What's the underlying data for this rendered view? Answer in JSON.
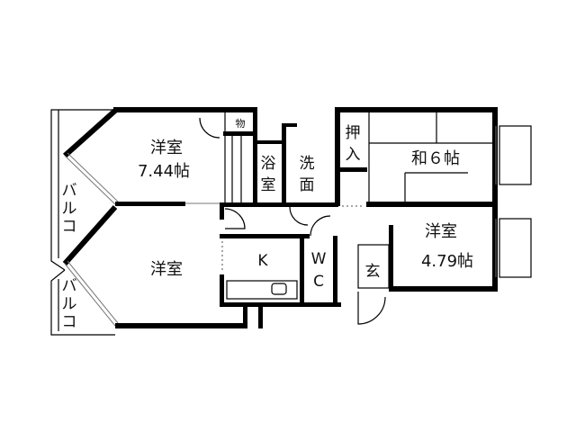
{
  "floor_plan": {
    "rooms": {
      "western_room_1": {
        "name": "洋室",
        "size": "7.44帖"
      },
      "western_room_2": {
        "name": "洋室"
      },
      "western_room_3": {
        "name": "洋室",
        "size": "4.79帖"
      },
      "japanese_room": {
        "name": "和６帖"
      },
      "storage": {
        "name": "物"
      },
      "bath": {
        "name": [
          "浴",
          "室"
        ]
      },
      "washroom": {
        "name": [
          "洗",
          "面"
        ]
      },
      "kitchen": {
        "name": "K"
      },
      "toilet": {
        "name": [
          "W",
          "C"
        ]
      },
      "entrance": {
        "name": "玄"
      },
      "closet": {
        "name": [
          "押",
          "入"
        ]
      },
      "balcony_1": {
        "name": [
          "バ",
          "ル",
          "コ"
        ]
      },
      "balcony_2": {
        "name": [
          "バ",
          "ル",
          "コ"
        ]
      }
    }
  }
}
